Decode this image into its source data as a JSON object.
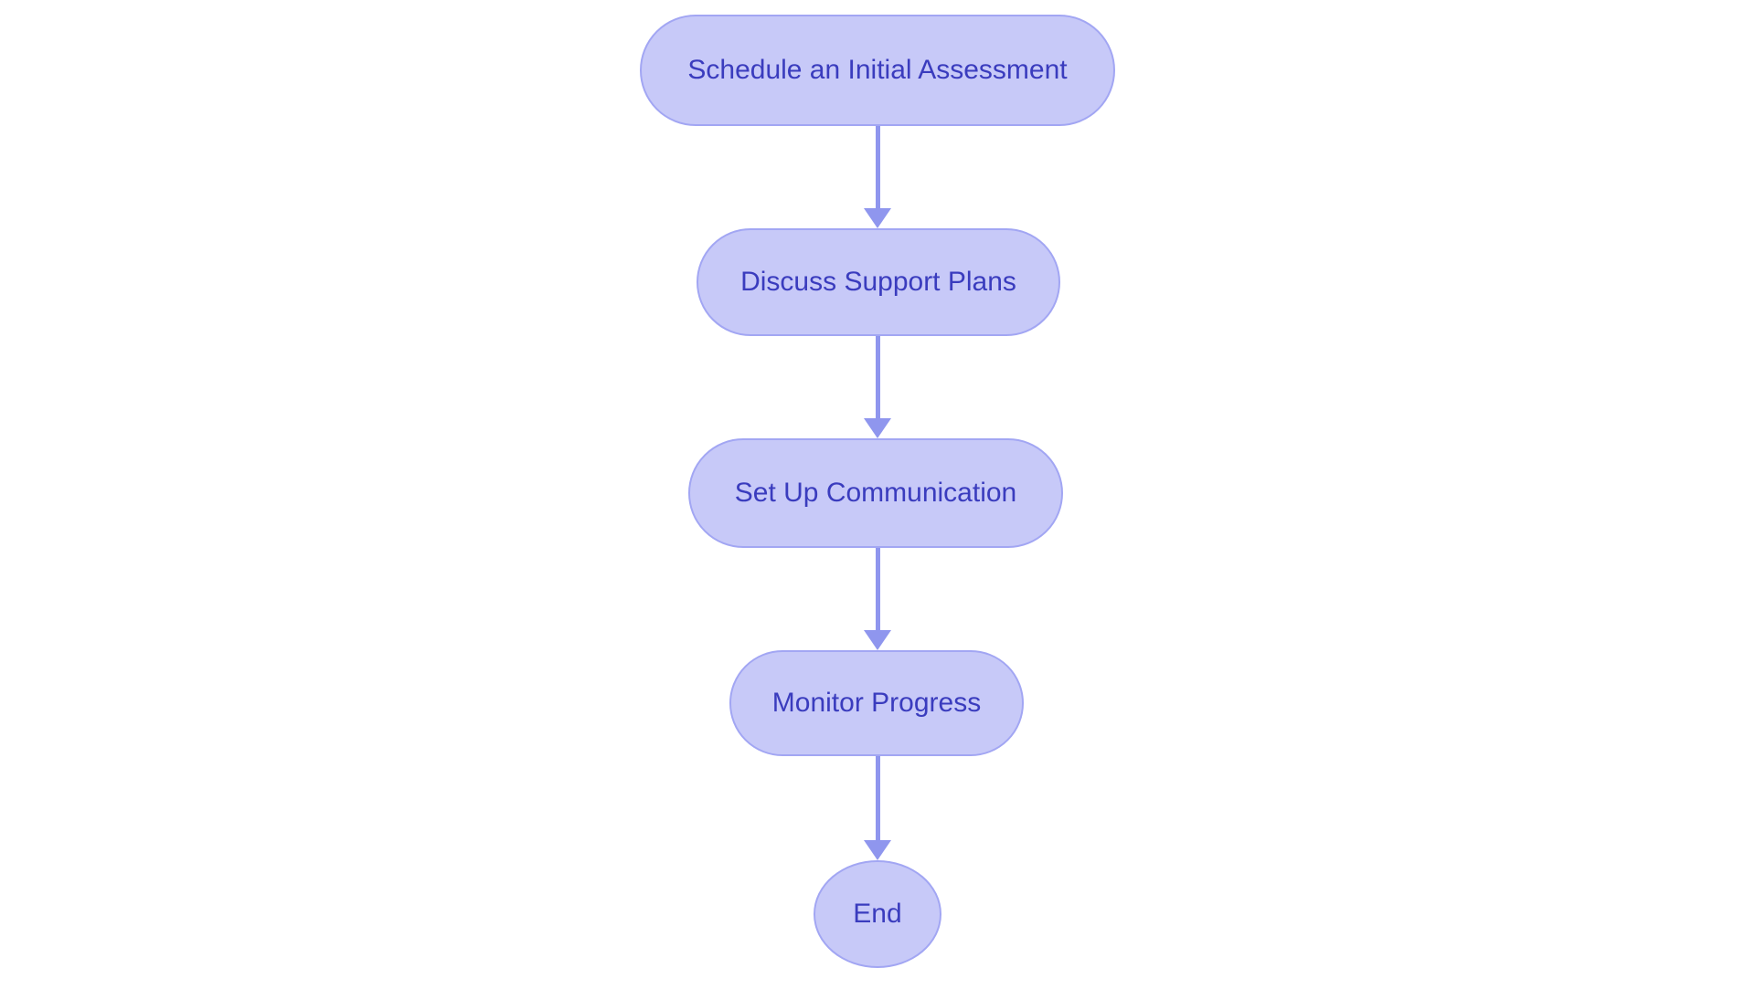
{
  "diagram": {
    "type": "flowchart",
    "direction": "top-down",
    "colors": {
      "background": "#ffffff",
      "node_fill": "#c7c9f8",
      "node_border": "#a2a6f3",
      "text_color": "#3a3cbe",
      "arrow_color": "#8f96ee"
    },
    "nodes": [
      {
        "id": "schedule-initial-assessment",
        "label": "Schedule an Initial Assessment",
        "shape": "stadium"
      },
      {
        "id": "discuss-support-plans",
        "label": "Discuss Support Plans",
        "shape": "stadium"
      },
      {
        "id": "set-up-communication",
        "label": "Set Up Communication",
        "shape": "stadium"
      },
      {
        "id": "monitor-progress",
        "label": "Monitor Progress",
        "shape": "stadium"
      },
      {
        "id": "end",
        "label": "End",
        "shape": "circle"
      }
    ],
    "edges": [
      {
        "from": "schedule-initial-assessment",
        "to": "discuss-support-plans"
      },
      {
        "from": "discuss-support-plans",
        "to": "set-up-communication"
      },
      {
        "from": "set-up-communication",
        "to": "monitor-progress"
      },
      {
        "from": "monitor-progress",
        "to": "end"
      }
    ]
  }
}
